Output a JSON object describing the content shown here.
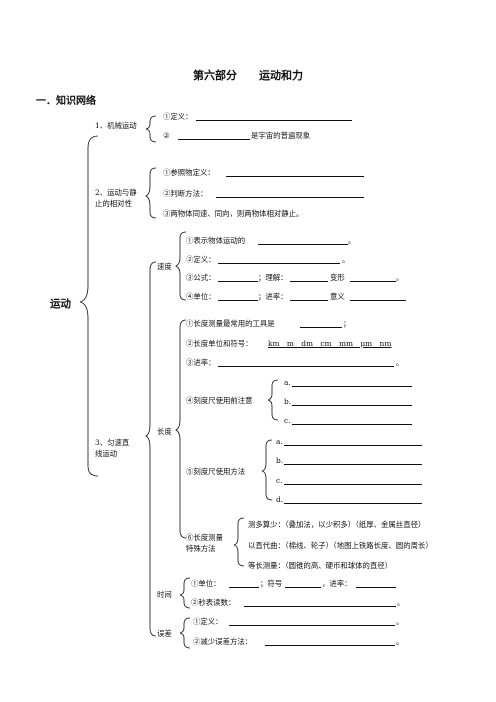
{
  "title": "第六部分　　运动和力",
  "section": "一．知识网络",
  "root": "运动",
  "n1": {
    "label": "1、机械运动",
    "items": [
      "①定义：",
      "②",
      "是宇宙的普遍现象"
    ]
  },
  "n2": {
    "label_l1": "2、运动与静",
    "label_l2": "止的相对性",
    "items": [
      "①参照物定义：",
      "②判断方法：",
      "③两物体同速、同向，则两物体相对静止。"
    ]
  },
  "n3": {
    "label_l1": "3、匀速直",
    "label_l2": "线运动",
    "speed": {
      "label": "速度",
      "i1": "①表示物体运动的",
      "i1_end": "。",
      "i2": "②定义：",
      "i2_end": "。",
      "i3a": "③公式：",
      "i3b": "；理解：",
      "i3c": "变形",
      "i3_end": "。",
      "i4a": "④单位：",
      "i4b": "；进率：",
      "i4c": "意义"
    },
    "length": {
      "label": "长度",
      "i1": "①长度测量最常用的工具是",
      "i1_end": "；",
      "i2a": "②长度单位和符号：",
      "i2_units": "km　m　dm　cm　mm　μm　nm",
      "i3": "③进率：",
      "i3_end": "。",
      "i4": "④刻度尺使用前注意",
      "i4_opts": [
        "a.",
        "b.",
        "c."
      ],
      "i5": "⑤刻度尺使用方法",
      "i5_opts": [
        "a.",
        "b.",
        "c.",
        "d."
      ],
      "i6_l1": "⑥长度测量",
      "i6_l2": "特殊方法",
      "i6_opts": [
        "测多算少：（叠加法，以少积多）（纸厚、金属丝直径）",
        "以直代曲：（棉线、轮子）（地图上铁路长度、圆的周长）",
        "等长测量：（圆锥的高、硬币和球体的直径）"
      ]
    },
    "time": {
      "label": "时间",
      "i1a": "①单位：",
      "i1b": "；符号",
      "i1c": "，进率：",
      "i2": "②秒表读数：",
      "i2_end": "。"
    },
    "error": {
      "label": "误差",
      "i1": "①定义：",
      "i1_end": "。",
      "i2": "②减少误差方法：",
      "i2_end": "。"
    }
  }
}
